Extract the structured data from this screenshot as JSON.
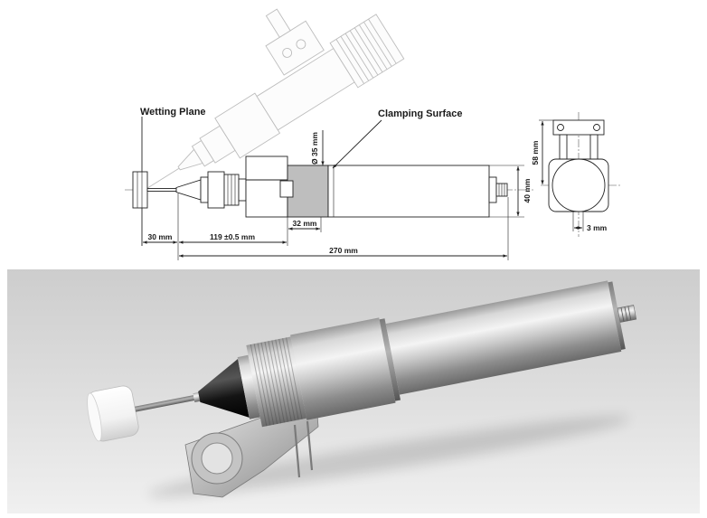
{
  "drawing": {
    "labels": {
      "wetting_plane": "Wetting Plane",
      "clamping_surface": "Clamping Surface"
    },
    "dimensions": {
      "diameter": "Ø 35 mm",
      "body_height": "40 mm",
      "clamp_length": "32 mm",
      "plane_offset": "30 mm",
      "nozzle_length": "119 ±0.5 mm",
      "total_length": "270 mm",
      "bracket_height": "58 mm",
      "bracket_gap": "3 mm"
    }
  },
  "colors": {
    "drawing_ink": "#222222",
    "clamping_surface_fill": "#bebebe",
    "photo_background": "#dedede",
    "tool_body": "silver",
    "tool_tip_cone": "#111111",
    "tool_cap": "#f4f4f4"
  }
}
